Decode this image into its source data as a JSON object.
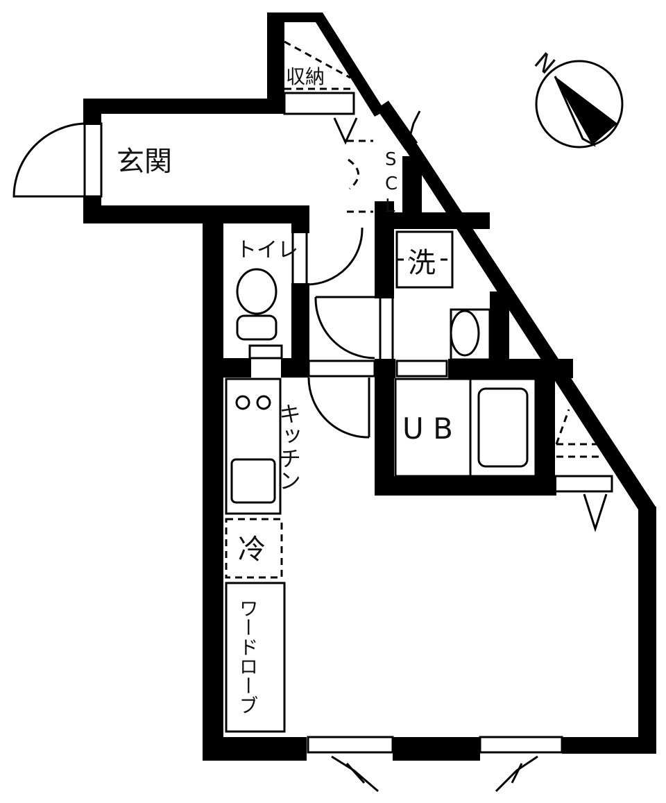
{
  "rooms": {
    "storage": "収納",
    "entrance": "玄関",
    "shoe_closet": [
      "S",
      "C",
      "L"
    ],
    "toilet": "トイレ",
    "washer": "洗",
    "kitchen": "キッチン",
    "unit_bath": "U B",
    "fridge": "冷",
    "wardrobe": "ワードローブ"
  },
  "compass": {
    "north_label": "N"
  },
  "colors": {
    "wall": "#000000",
    "background": "#ffffff"
  }
}
